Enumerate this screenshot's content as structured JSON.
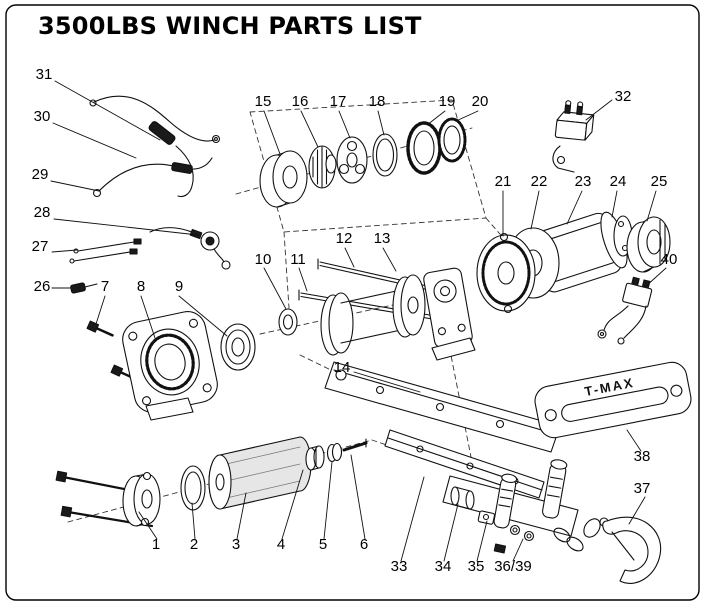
{
  "page": {
    "title": "3500LBS WINCH PARTS LIST"
  },
  "diagram": {
    "ink_color": "#111111",
    "tmax_label": "T-MAX",
    "callouts": {
      "c1": "1",
      "c2": "2",
      "c3": "3",
      "c4": "4",
      "c5": "5",
      "c6": "6",
      "c7": "7",
      "c8": "8",
      "c9": "9",
      "c10": "10",
      "c11": "11",
      "c12": "12",
      "c13": "13",
      "c14": "14",
      "c15": "15",
      "c16": "16",
      "c17": "17",
      "c18": "18",
      "c19": "19",
      "c20": "20",
      "c21": "21",
      "c22": "22",
      "c23": "23",
      "c24": "24",
      "c25": "25",
      "c26": "26",
      "c27": "27",
      "c28": "28",
      "c29": "29",
      "c30": "30",
      "c31": "31",
      "c32": "32",
      "c33": "33",
      "c34": "34",
      "c35": "35",
      "c36_39": "36/39",
      "c37": "37",
      "c38": "38",
      "c40": "40"
    }
  }
}
